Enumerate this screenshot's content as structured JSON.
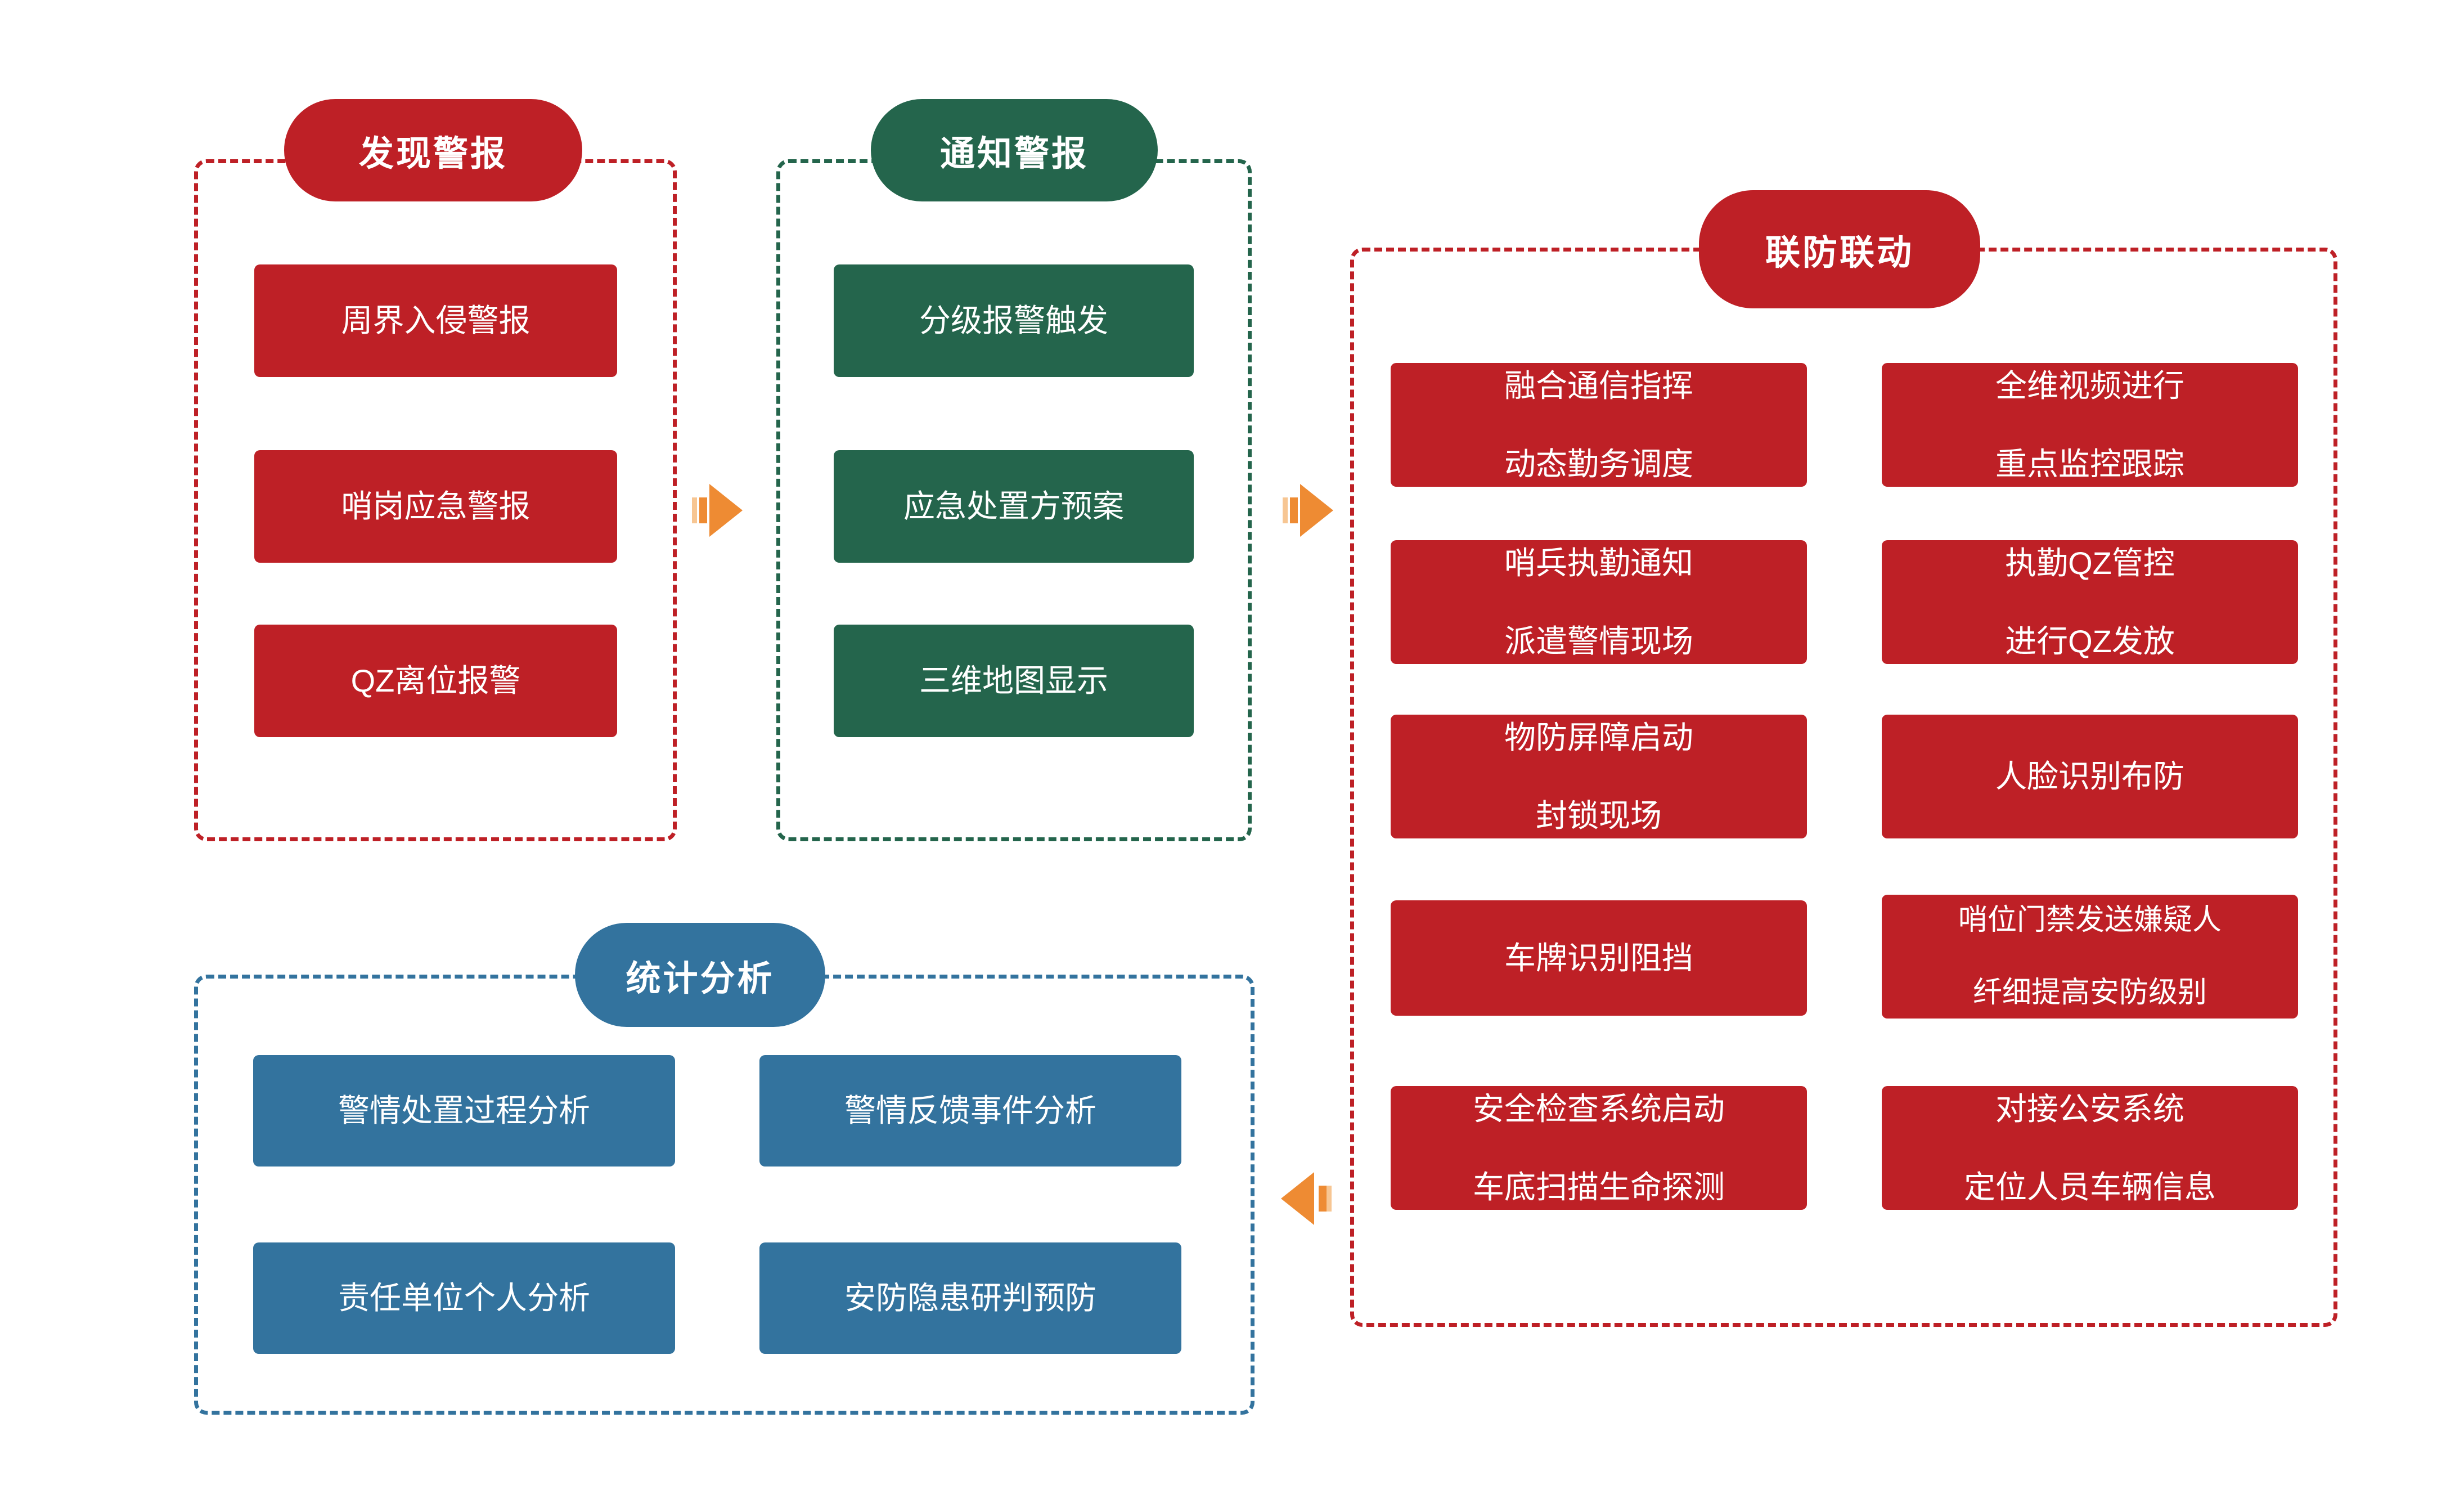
{
  "diagram": {
    "title_semantics": "security-alarm-workflow",
    "colors": {
      "red": "#BE2026",
      "green": "#24654C",
      "blue": "#33739E",
      "arrow_orange": "#EE8B33",
      "arrow_orange_light": "#F7C693",
      "background": "#FFFFFF"
    },
    "groups": [
      {
        "id": "discover-alarm",
        "header": "发现警报",
        "color": "#BE2026",
        "items": [
          {
            "line1": "周界入侵警报",
            "line2": ""
          },
          {
            "line1": "哨岗应急警报",
            "line2": ""
          },
          {
            "line1": "QZ离位报警",
            "line2": ""
          }
        ]
      },
      {
        "id": "notify-alarm",
        "header": "通知警报",
        "color": "#24654C",
        "items": [
          {
            "line1": "分级报警触发",
            "line2": ""
          },
          {
            "line1": "应急处置方预案",
            "line2": ""
          },
          {
            "line1": "三维地图显示",
            "line2": ""
          }
        ]
      },
      {
        "id": "joint-defense",
        "header": "联防联动",
        "color": "#BE2026",
        "left_items": [
          {
            "line1": "融合通信指挥",
            "line2": "动态勤务调度"
          },
          {
            "line1": "哨兵执勤通知",
            "line2": "派遣警情现场"
          },
          {
            "line1": "物防屏障启动",
            "line2": "封锁现场"
          },
          {
            "line1": "车牌识别阻挡",
            "line2": ""
          },
          {
            "line1": "安全检查系统启动",
            "line2": "车底扫描生命探测"
          }
        ],
        "right_items": [
          {
            "line1": "全维视频进行",
            "line2": "重点监控跟踪"
          },
          {
            "line1": "执勤QZ管控",
            "line2": "进行QZ发放"
          },
          {
            "line1": "人脸识别布防",
            "line2": ""
          },
          {
            "line1": "哨位门禁发送嫌疑人",
            "line2": "纤细提高安防级别"
          },
          {
            "line1": "对接公安系统",
            "line2": "定位人员车辆信息"
          }
        ]
      },
      {
        "id": "statistical-analysis",
        "header": "统计分析",
        "color": "#33739E",
        "items": [
          {
            "line1": "警情处置过程分析",
            "line2": ""
          },
          {
            "line1": "警情反馈事件分析",
            "line2": ""
          },
          {
            "line1": "责任单位个人分析",
            "line2": ""
          },
          {
            "line1": "安防隐患研判预防",
            "line2": ""
          }
        ]
      }
    ],
    "arrows": [
      {
        "id": "arrow-discover-to-notify",
        "direction": "right"
      },
      {
        "id": "arrow-notify-to-joint",
        "direction": "right"
      },
      {
        "id": "arrow-joint-to-statistics",
        "direction": "left"
      }
    ]
  }
}
